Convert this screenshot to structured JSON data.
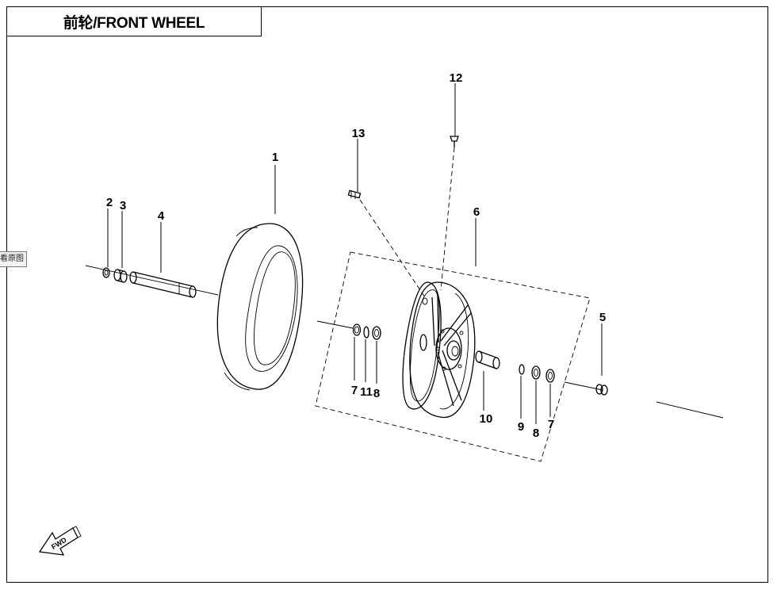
{
  "title": "前轮/FRONT WHEEL",
  "side_tab": "看原图",
  "fwd_label": "FWD",
  "callouts": [
    "1",
    "2",
    "3",
    "4",
    "5",
    "6",
    "7",
    "7",
    "8",
    "8",
    "9",
    "10",
    "11",
    "12",
    "13"
  ]
}
